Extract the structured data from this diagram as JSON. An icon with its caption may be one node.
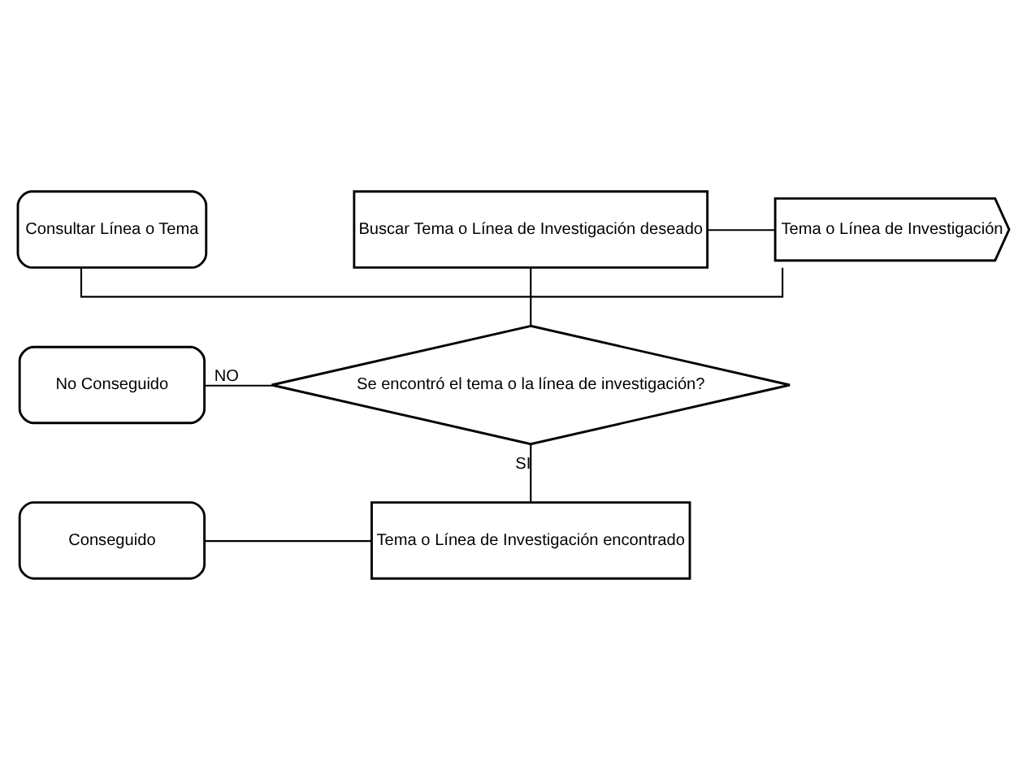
{
  "diagram": {
    "nodes": [
      {
        "text": [
          "Consultar Línea o Tema"
        ]
      },
      {
        "text": [
          "Tema o Línea de Investigación"
        ]
      },
      {
        "text": [
          "Buscar Tema o Línea de Investigación deseado"
        ]
      },
      {
        "text": [
          "Se encontró el tema o la línea de investigación?"
        ]
      },
      {
        "text": [
          "No Conseguido"
        ]
      },
      {
        "text": [
          "Tema o Línea de Investigación encontrado"
        ]
      },
      {
        "text": [
          "Conseguido"
        ]
      }
    ],
    "edges": [
      {
        "from": 0,
        "to": 1,
        "arrow": "none"
      },
      {
        "from": 1,
        "to": 2,
        "arrow": "none"
      },
      {
        "from": 2,
        "to": 3,
        "arrow": "none"
      },
      {
        "from": 3,
        "to": 4,
        "arrow": "none",
        "label": "NO"
      },
      {
        "from": 3,
        "to": 5,
        "arrow": "none",
        "label": "SI"
      },
      {
        "from": 5,
        "to": 6,
        "arrow": "none"
      }
    ]
  }
}
